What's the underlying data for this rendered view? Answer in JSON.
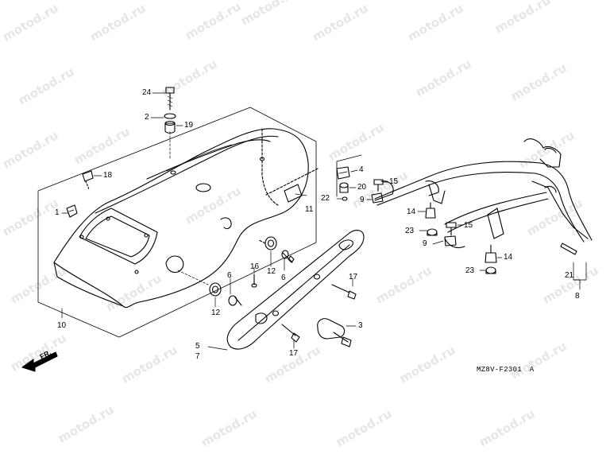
{
  "watermark": "motod.ru",
  "diagram_code": "MZ8V-F2301",
  "diagram_suffix": "A",
  "direction": "FR.",
  "callouts": {
    "c24": "24",
    "c2": "2",
    "c19": "19",
    "c18": "18",
    "c1": "1",
    "c10": "10",
    "c4": "4",
    "c20": "20",
    "c22": "22",
    "c9a": "9",
    "c15a": "15",
    "c11": "11",
    "c16": "16",
    "c12a": "12",
    "c6a": "6",
    "c6b": "6",
    "c12b": "12",
    "c17a": "17",
    "c3": "3",
    "c17b": "17",
    "c5": "5",
    "c7": "7",
    "c14a": "14",
    "c23a": "23",
    "c15b": "15",
    "c9b": "9",
    "c14b": "14",
    "c23b": "23",
    "c21": "21",
    "c8": "8"
  }
}
